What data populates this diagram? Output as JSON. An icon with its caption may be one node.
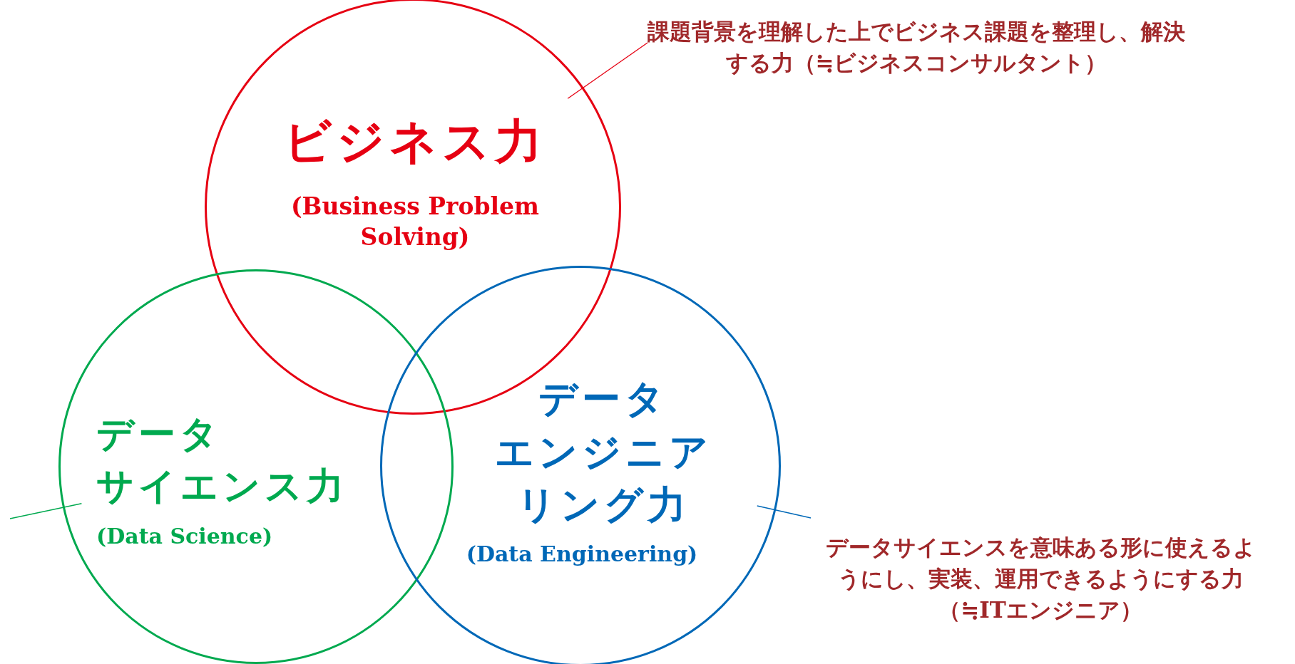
{
  "diagram": {
    "nodes": [
      {
        "text": [
          "ビジネス力",
          "(Business Problem Solving)"
        ]
      },
      {
        "text": [
          "課題背景を理解した上でビジネス課題を整理し、解決する力（≒ビジネスコンサルタント）"
        ]
      },
      {
        "text": [
          "データサイエンス力",
          "(Data Science)"
        ]
      },
      {
        "text": [
          "データエンジニアリング力",
          "(Data Engineering)"
        ]
      },
      {
        "text": [
          "データサイエンスを意味ある形に使えるようにし、実装、運用できるようにする力（≒ITエンジニア）"
        ]
      }
    ],
    "edges": [
      {
        "from": 1,
        "to": 0,
        "arrow": "none",
        "color": "#e60012"
      },
      {
        "from": null,
        "to": 2,
        "arrow": "none",
        "color": "#00a94f"
      },
      {
        "from": 4,
        "to": 3,
        "arrow": "none",
        "color": "#0068b7"
      }
    ]
  }
}
